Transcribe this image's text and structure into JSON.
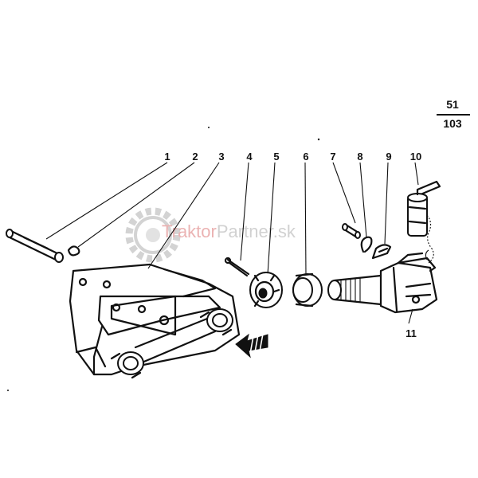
{
  "page_number": {
    "top": "51",
    "bottom": "103"
  },
  "watermark": {
    "part1": "Traktor",
    "part2": "Partner.sk"
  },
  "callouts": [
    "1",
    "2",
    "3",
    "4",
    "5",
    "6",
    "7",
    "8",
    "9",
    "10",
    "11"
  ],
  "colors": {
    "ink": "#111111",
    "watermark_red": "#e8a6a6",
    "watermark_gray": "#c9c9c9",
    "background": "#ffffff"
  }
}
